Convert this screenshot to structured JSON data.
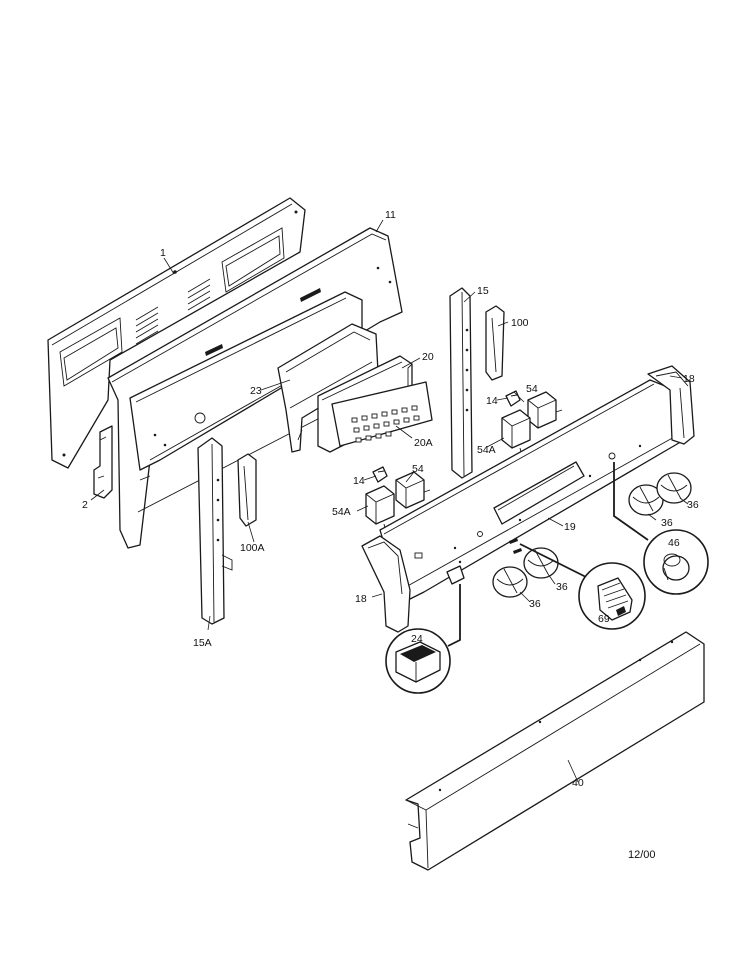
{
  "labels": {
    "p1": "1",
    "p2": "2",
    "p11": "11",
    "p14a": "14",
    "p14b": "14",
    "p15": "15",
    "p15a": "15A",
    "p18a": "18",
    "p18b": "18",
    "p19": "19",
    "p20": "20",
    "p20a": "20A",
    "p23": "23",
    "p24": "24",
    "p36a": "36",
    "p36b": "36",
    "p36c": "36",
    "p36d": "36",
    "p40": "40",
    "p46": "46",
    "p54a": "54",
    "p54b": "54",
    "p54aa": "54A",
    "p54ab": "54A",
    "p69": "69",
    "p100": "100",
    "p100a": "100A"
  },
  "footer": {
    "date": "12/00"
  }
}
